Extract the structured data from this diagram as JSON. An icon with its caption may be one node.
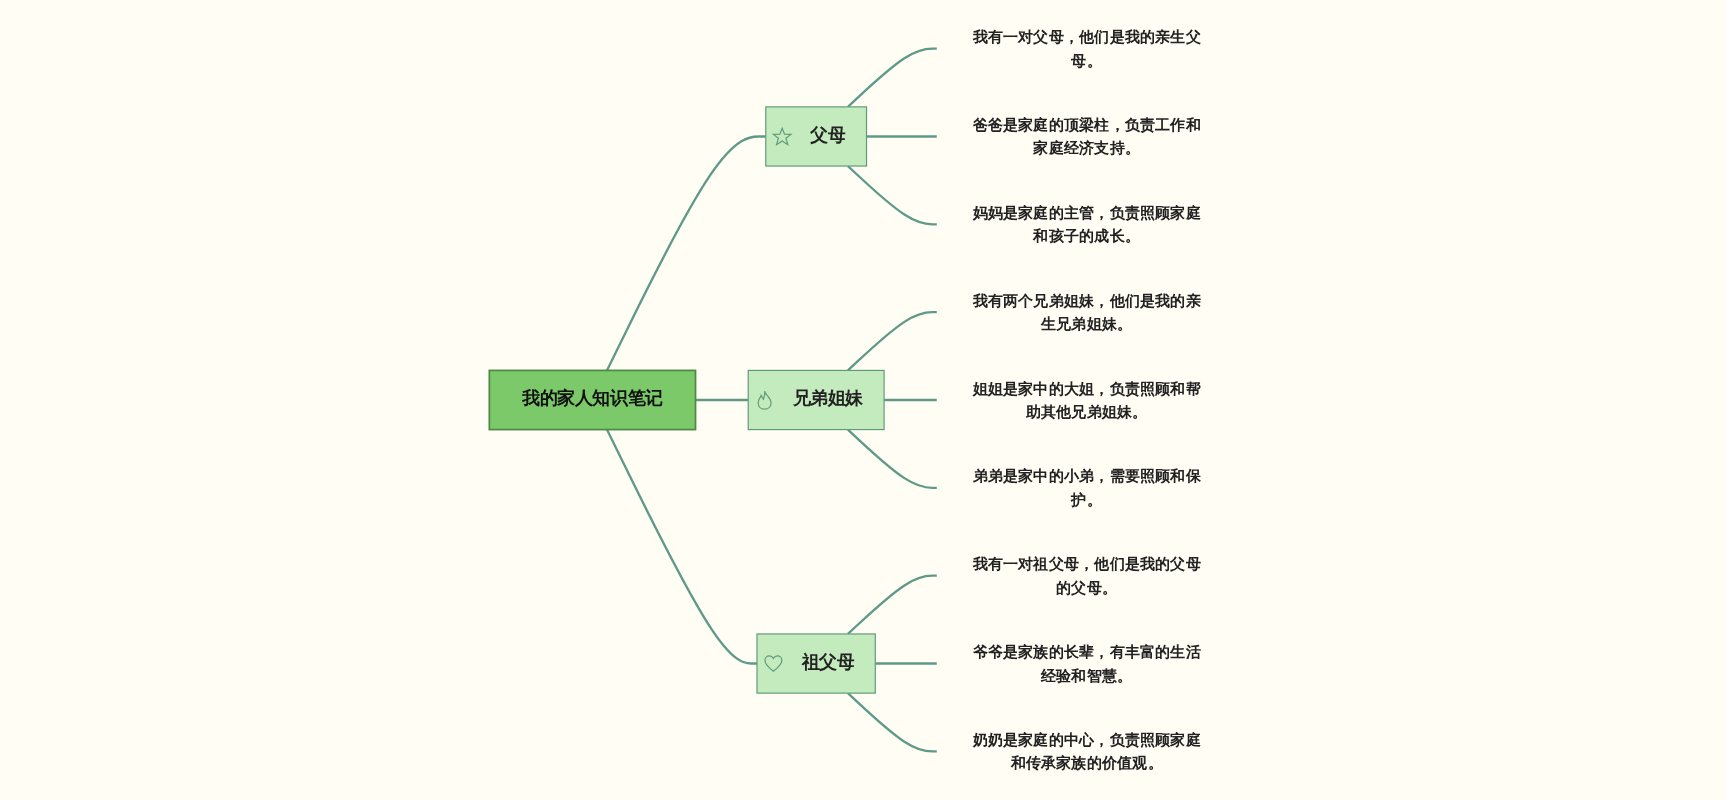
{
  "diagram": {
    "nodes": [
      {
        "text": [
          "我的家人知识笔记"
        ]
      },
      {
        "text": [
          "父母"
        ]
      },
      {
        "text": [
          "我有一对父母，他们是我的亲生父母。"
        ]
      },
      {
        "text": [
          "爸爸是家庭的顶梁柱，负责工作和家庭经济支持。"
        ]
      },
      {
        "text": [
          "妈妈是家庭的主管，负责照顾家庭和孩子的成长。"
        ]
      },
      {
        "text": [
          "兄弟姐妹"
        ]
      },
      {
        "text": [
          "我有两个兄弟姐妹，他们是我的亲生兄弟姐妹。"
        ]
      },
      {
        "text": [
          "姐姐是家中的大姐，负责照顾和帮助其他兄弟姐妹。"
        ]
      },
      {
        "text": [
          "弟弟是家中的小弟，需要照顾和保护。"
        ]
      },
      {
        "text": [
          "祖父母"
        ]
      },
      {
        "text": [
          "我有一对祖父母，他们是我的父母的父母。"
        ]
      },
      {
        "text": [
          "爷爷是家族的长辈，有丰富的生活经验和智慧。"
        ]
      },
      {
        "text": [
          "奶奶是家庭的中心，负责照顾家庭和传承家族的价值观。"
        ]
      }
    ],
    "edges": [
      {
        "from": 0,
        "to": 1,
        "arrow": "none"
      },
      {
        "from": 1,
        "to": 2,
        "arrow": "none"
      },
      {
        "from": 1,
        "to": 3,
        "arrow": "none"
      },
      {
        "from": 1,
        "to": 4,
        "arrow": "none"
      },
      {
        "from": 0,
        "to": 5,
        "arrow": "none"
      },
      {
        "from": 5,
        "to": 6,
        "arrow": "none"
      },
      {
        "from": 5,
        "to": 7,
        "arrow": "none"
      },
      {
        "from": 5,
        "to": 8,
        "arrow": "none"
      },
      {
        "from": 0,
        "to": 9,
        "arrow": "none"
      },
      {
        "from": 9,
        "to": 10,
        "arrow": "none"
      },
      {
        "from": 9,
        "to": 11,
        "arrow": "none"
      },
      {
        "from": 9,
        "to": 12,
        "arrow": "none"
      }
    ]
  }
}
